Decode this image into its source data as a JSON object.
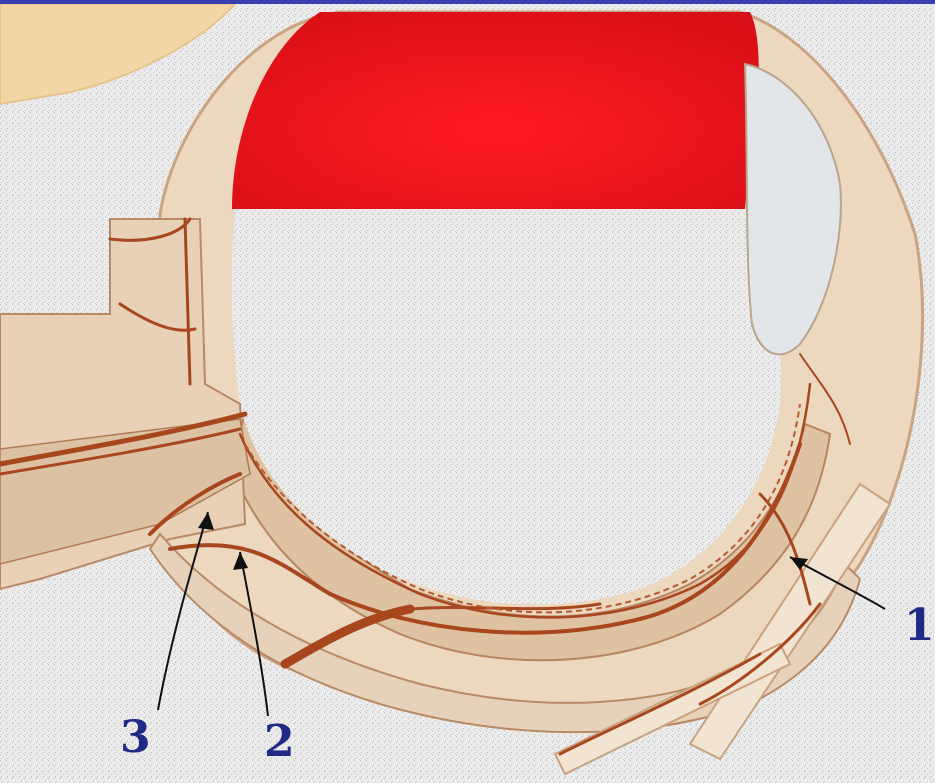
{
  "colors": {
    "background": "#e9e9e9",
    "frame_top": "#3a3fb0",
    "red_area": "#e8141c",
    "tissue": "#ecd7bf",
    "tissue_dark": "#d9bc9c",
    "vessel": "#a8471e",
    "label_color": "#1f2a86",
    "arrow": "#111111",
    "corner_skin": "#f3d9ad"
  },
  "callouts": [
    {
      "id": "1",
      "text": "1"
    },
    {
      "id": "2",
      "text": "2"
    },
    {
      "id": "3",
      "text": "3"
    }
  ]
}
